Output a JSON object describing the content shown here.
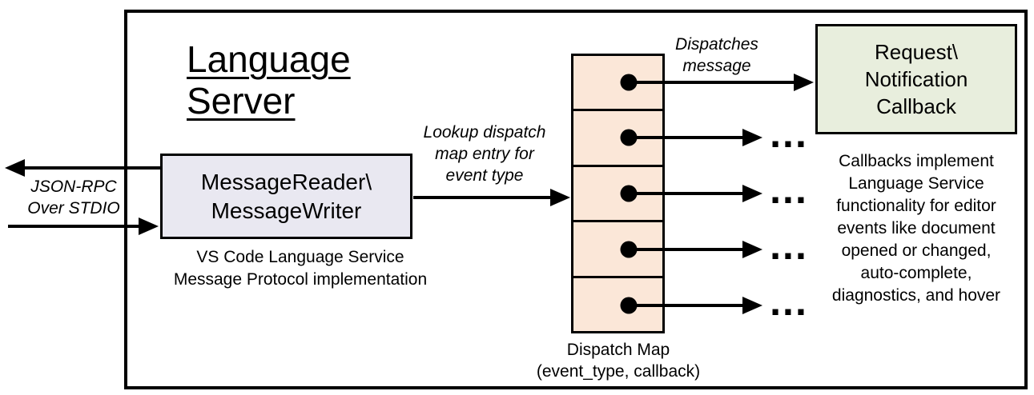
{
  "diagram": {
    "title": "Language Server",
    "colors": {
      "message_box_fill": "#e9e8f1",
      "dispatch_cell_fill": "#fbe7d8",
      "callback_box_fill": "#e8eedd",
      "stroke": "#000000"
    },
    "left_channel": {
      "label": "JSON-RPC\nOver STDIO"
    },
    "message_box": {
      "label": "MessageReader\\\nMessageWriter",
      "caption": "VS Code Language Service\nMessage Protocol implementation"
    },
    "lookup_label": "Lookup dispatch\nmap entry for\nevent type",
    "dispatch_map": {
      "cell_count": 5,
      "caption": "Dispatch Map\n(event_type, callback)",
      "ellipsis": "..."
    },
    "dispatches_label": "Dispatches\nmessage",
    "callback_box": {
      "label": "Request\\\nNotification\nCallback"
    },
    "callbacks_note": "Callbacks implement\nLanguage Service\nfunctionality for editor\nevents like document\nopened or changed,\nauto-complete,\ndiagnostics, and hover"
  }
}
